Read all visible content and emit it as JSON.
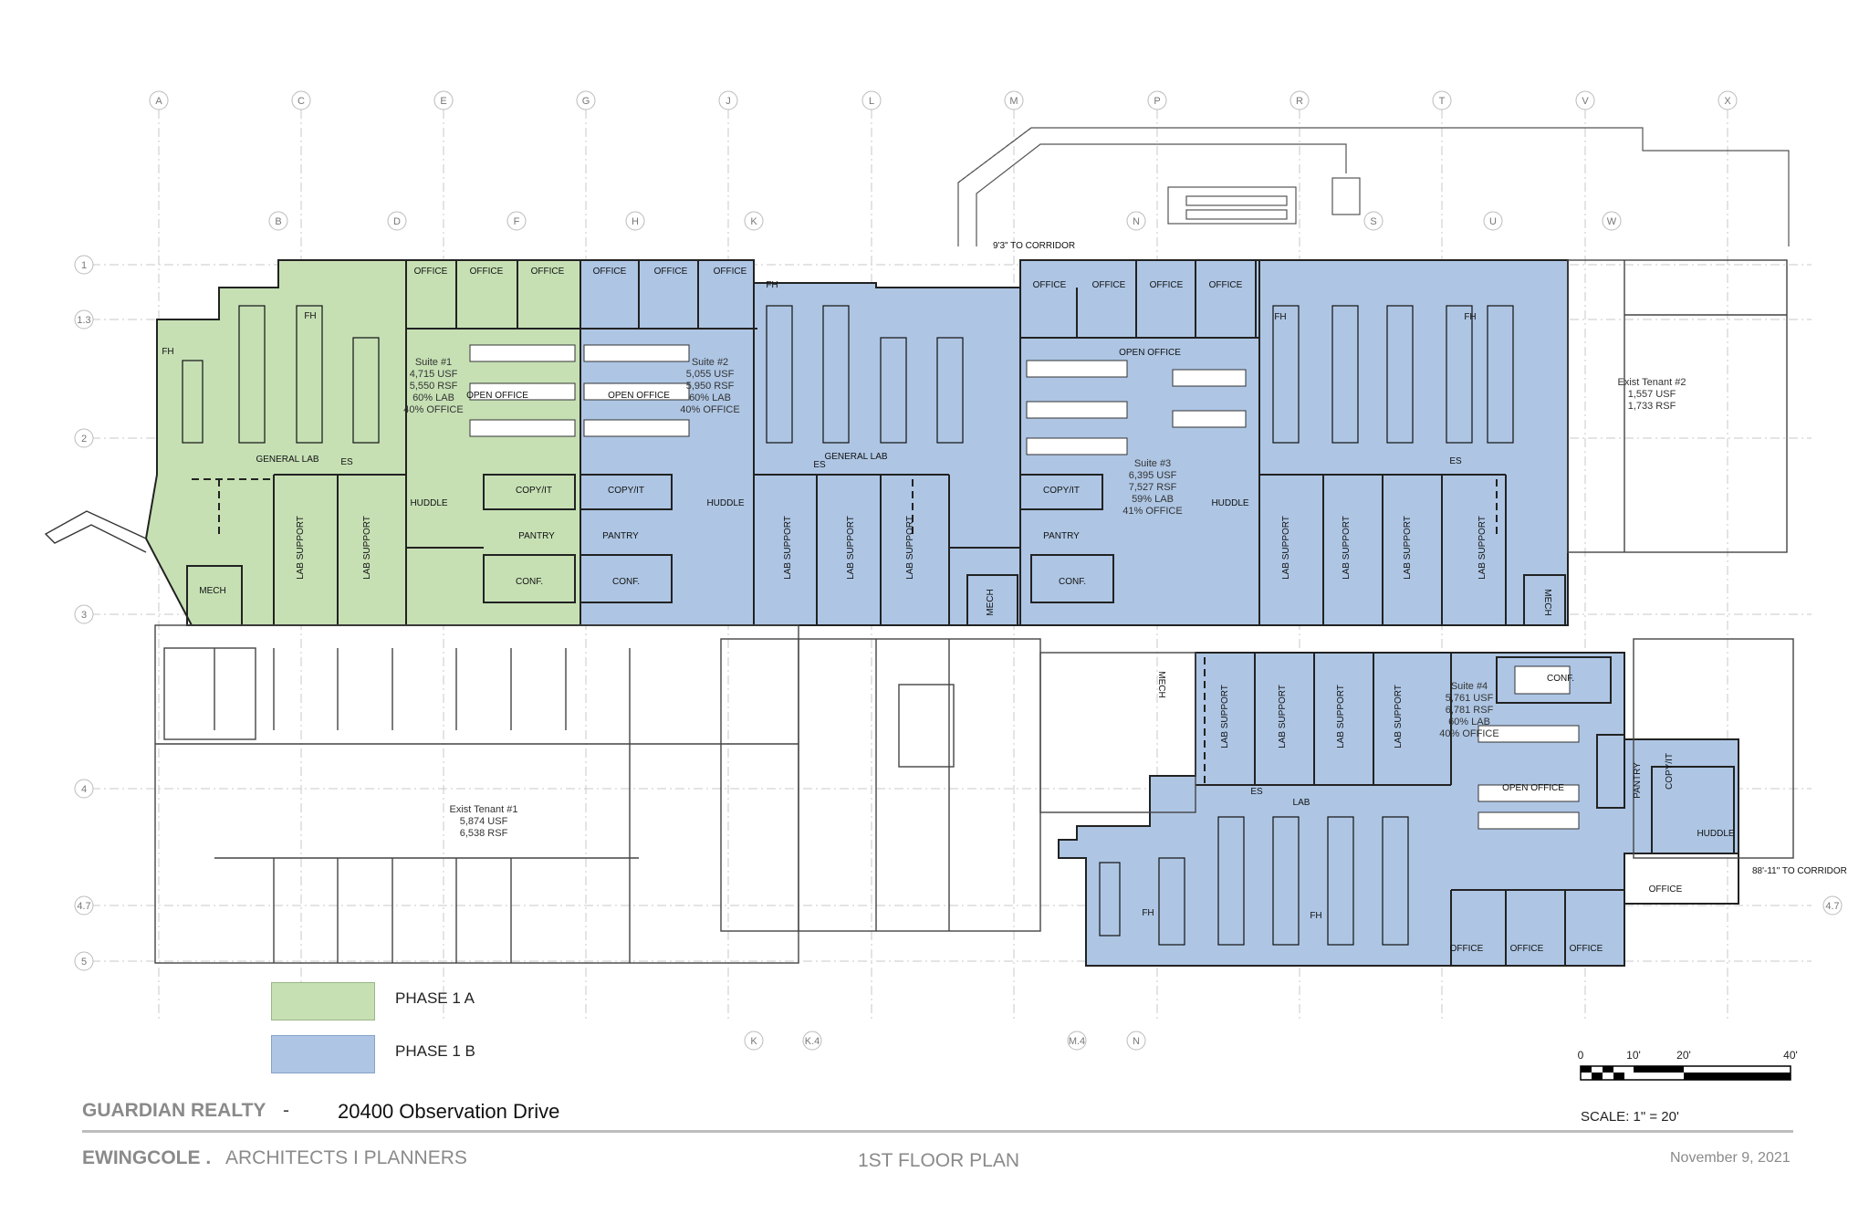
{
  "colors": {
    "phase_1a": "#c6e0b4",
    "phase_1b": "#aec6e4",
    "wall": "#333333",
    "grid": "#bbbbbb"
  },
  "grid": {
    "top_cols": [
      "A",
      "C",
      "E",
      "G",
      "J",
      "L",
      "M",
      "P",
      "R",
      "T",
      "V",
      "X"
    ],
    "mid_cols": [
      "B",
      "D",
      "F",
      "H",
      "K",
      "N",
      "S",
      "U",
      "W"
    ],
    "bottom_cols": [
      "K",
      "K.4",
      "M.4",
      "N"
    ],
    "rows": [
      "1",
      "1.3",
      "2",
      "3",
      "4",
      "4.7",
      "5"
    ],
    "row_right": "4.7"
  },
  "rooms": {
    "office": "OFFICE",
    "fh": "FH",
    "general_lab": "GENERAL LAB",
    "es": "ES",
    "lab_support": "LAB SUPPORT",
    "mech": "MECH",
    "huddle": "HUDDLE",
    "copy_it": "COPY/IT",
    "pantry": "PANTRY",
    "conf": "CONF.",
    "open_office_a": "OPEN  OFFICE",
    "open_office_b": "OPEN OFFICE",
    "open_office_c": "OPEN  OFFICE",
    "lab": "LAB"
  },
  "dims": {
    "corridor_top": "9'3\" TO CORRIDOR",
    "corridor_right": "88'-11\" TO CORRIDOR"
  },
  "suites": {
    "suite1": [
      "Suite #1",
      "4,715 USF",
      "5,550 RSF",
      "60% LAB",
      "40% OFFICE"
    ],
    "suite2": [
      "Suite #2",
      "5,055 USF",
      "5,950 RSF",
      "60% LAB",
      "40% OFFICE"
    ],
    "suite3": [
      "Suite #3",
      "6,395 USF",
      "7,527 RSF",
      "59% LAB",
      "41% OFFICE"
    ],
    "suite4": [
      "Suite #4",
      "5,761 USF",
      "6,781 RSF",
      "60% LAB",
      "40% OFFICE"
    ],
    "tenant1": [
      "Exist Tenant #1",
      "5,874 USF",
      "6,538 RSF"
    ],
    "tenant2": [
      "Exist Tenant #2",
      "1,557 USF",
      "1,733 RSF"
    ]
  },
  "legend": {
    "phase_1a": "PHASE 1 A",
    "phase_1b": "PHASE 1 B"
  },
  "scale": {
    "ticks": [
      "0",
      "10'",
      "20'",
      "40'"
    ],
    "label": "SCALE: 1\" = 20'"
  },
  "footer": {
    "client": "GUARDIAN REALTY",
    "separator": "-",
    "address": "20400 Observation Drive",
    "firm": "EWINGCOLE .",
    "firm_tagline": "ARCHITECTS I PLANNERS",
    "sheet_title": "1ST FLOOR PLAN",
    "date": "November 9, 2021"
  }
}
